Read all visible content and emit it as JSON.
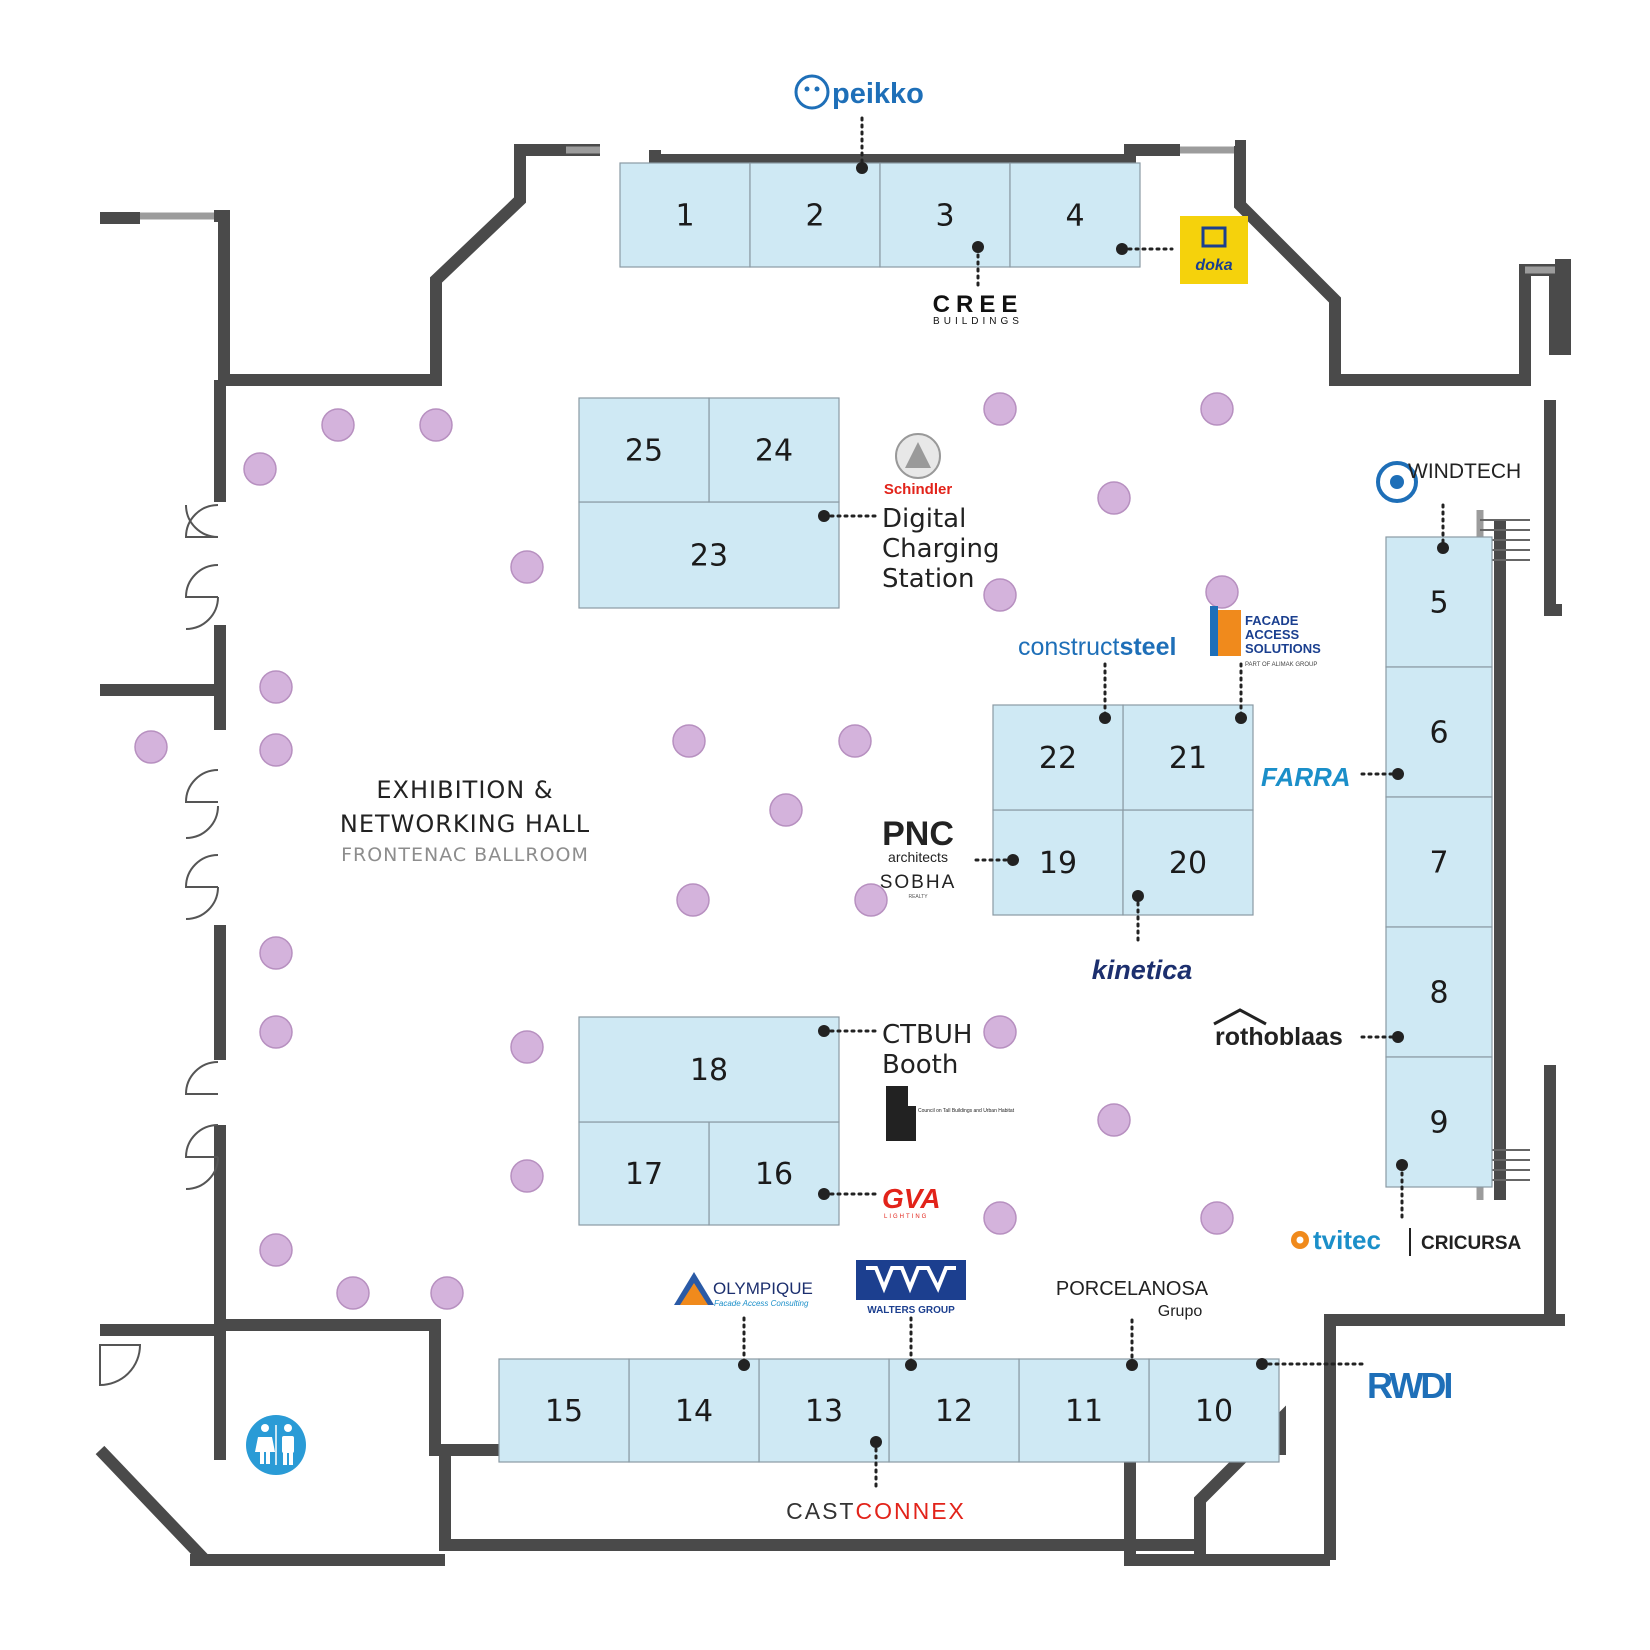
{
  "hall": {
    "title_line1": "EXHIBITION &",
    "title_line2": "NETWORKING HALL",
    "subtitle": "FRONTENAC BALLROOM"
  },
  "booths": [
    "1",
    "2",
    "3",
    "4",
    "5",
    "6",
    "7",
    "8",
    "9",
    "10",
    "11",
    "12",
    "13",
    "14",
    "15",
    "16",
    "17",
    "18",
    "19",
    "20",
    "21",
    "22",
    "23",
    "24",
    "25"
  ],
  "labels": {
    "digital_charging": [
      "Digital",
      "Charging",
      "Station"
    ],
    "ctbuh_booth": [
      "CTBUH",
      "Booth"
    ]
  },
  "exhibitors": {
    "peikko": "peikko",
    "doka": "doka",
    "cree": "CREE",
    "cree_sub": "BUILDINGS",
    "schindler": "Schindler",
    "windtech": "WINDTECH",
    "constructsteel_a": "construct",
    "constructsteel_b": "steel",
    "facade_1": "FACADE",
    "facade_2": "ACCESS",
    "facade_3": "SOLUTIONS",
    "facade_4": "PART OF ALIMAK GROUP",
    "farra": "FARRA",
    "pnc": "PNC",
    "pnc_sub": "architects",
    "sobha": "SOBHA",
    "sobha_sub": "REALTY",
    "kinetica": "kinetica",
    "rothoblaas": "rothoblaas",
    "tvitec": "tvitec",
    "cricursa": "CRICURSA",
    "ctbuh_logo": "Council on Tall Buildings and Urban Habitat",
    "gva": "GVA",
    "gva_sub": "LIGHTING",
    "olympique": "OLYMPIQUE",
    "olympique_sub": "Facade Access Consulting",
    "walters": "WALTERS GROUP",
    "porcelanosa": "PORCELANOSA",
    "porcelanosa_sub": "Grupo",
    "rwdi": "RWDI",
    "castconnex_a": "CAST",
    "castconnex_b": "CONNEX"
  },
  "colors": {
    "booth_fill": "#cfe9f4",
    "table_fill": "#d4b3dc",
    "wall": "#4a4a4a",
    "peikko_blue": "#1e6fb8",
    "doka_yellow": "#f5d20c",
    "schindler_red": "#e2231a",
    "restroom_blue": "#2a9bd6"
  },
  "icons": {
    "restroom": "restroom-icon"
  }
}
